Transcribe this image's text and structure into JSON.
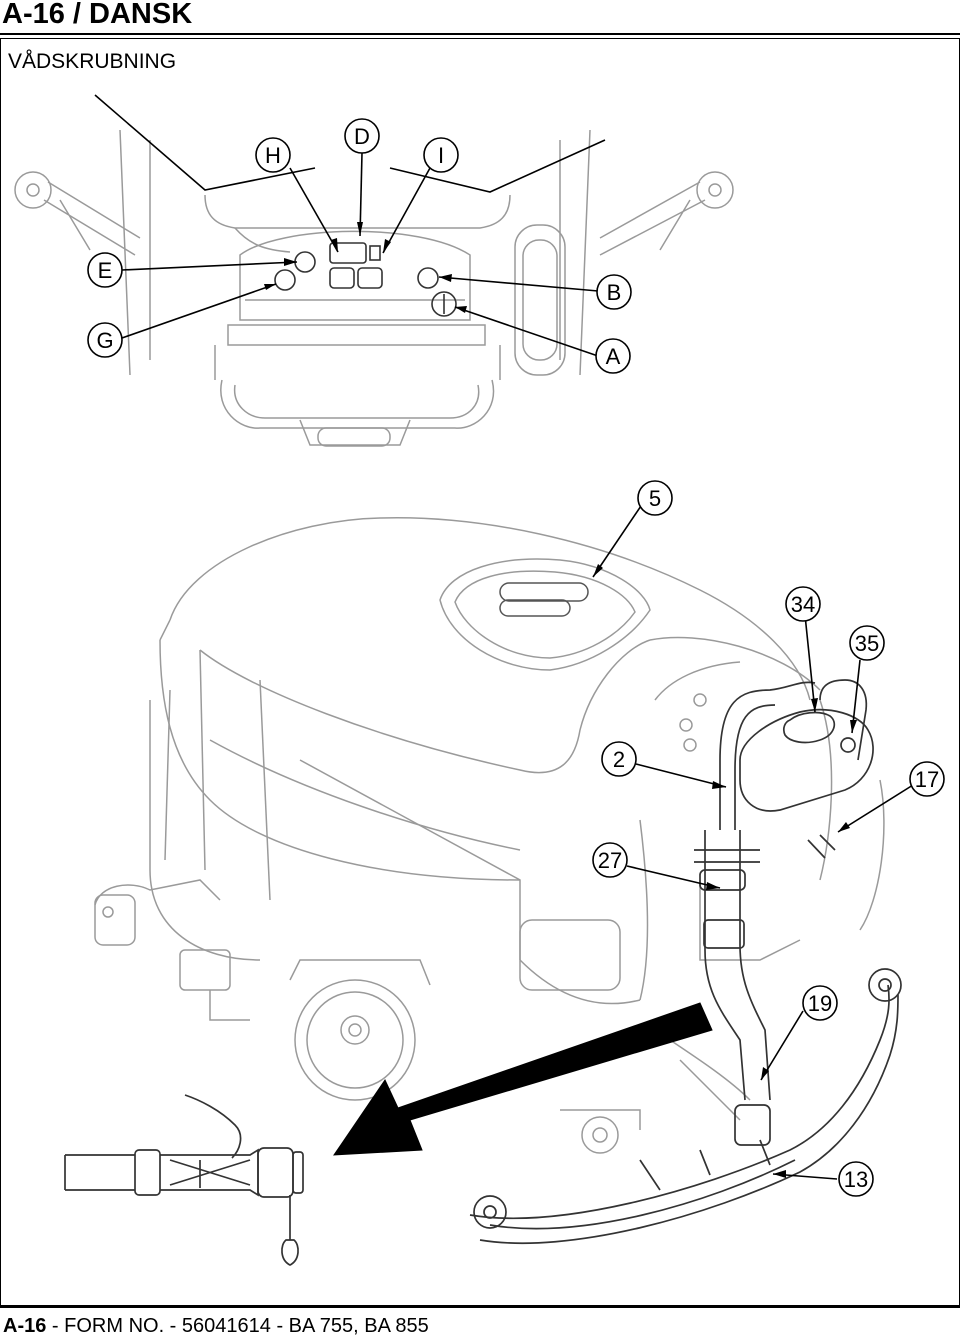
{
  "header": {
    "page_title": "A-16 / DANSK"
  },
  "section": {
    "title": "VÅDSKRUBNING"
  },
  "callouts": {
    "top": [
      "H",
      "D",
      "I",
      "E",
      "B",
      "G",
      "A"
    ],
    "main": [
      "5",
      "34",
      "35",
      "2",
      "17",
      "27",
      "19",
      "13"
    ]
  },
  "footer": {
    "page": "A-16",
    "text": " - FORM NO. - 56041614 - BA 755, BA 855"
  }
}
